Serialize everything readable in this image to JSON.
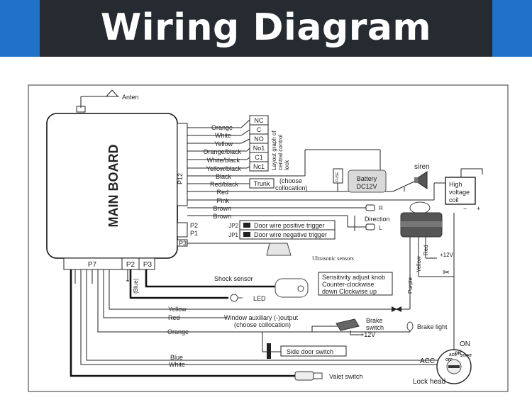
{
  "header": {
    "title": "Wiring Diagram"
  },
  "main_board": {
    "label": "MAIN BOARD",
    "p12": "P12",
    "p2": "P2",
    "p1": "P1",
    "p3": "P3",
    "p7": "P7",
    "p2b": "P2",
    "p3b": "P3"
  },
  "antenna": "Anten",
  "relay": {
    "terminals": [
      "NC",
      "C",
      "NO",
      "No1",
      "C1",
      "Nc1"
    ],
    "caption": [
      "Layout graph of",
      "central control",
      "lock"
    ]
  },
  "p12_wires": [
    "Orange",
    "White",
    "Yellow",
    "Orange/black",
    "White/black",
    "Yellow/black",
    "Black",
    "Red/black",
    "Red",
    "Pink",
    "Brown",
    "Brown"
  ],
  "trunk": {
    "box": "Trunk",
    "note1": "(choose",
    "note2": "collocation)"
  },
  "battery": {
    "line1": "Battery",
    "line2": "DC12V",
    "fuse": "FUSE"
  },
  "siren": "siren",
  "coil": {
    "line1": "High",
    "line2": "voltage",
    "line3": "coil",
    "minus": "−",
    "plus": "+"
  },
  "direction": {
    "label": "Direction",
    "r": "R",
    "l": "L"
  },
  "jumpers": [
    {
      "jp": "JP2",
      "text": "Door wire positive trigger"
    },
    {
      "jp": "JP1",
      "text": "Door wire negative trigger"
    }
  ],
  "ultrasonic": "Ultrasonic sensors",
  "shock_sensor": "Shock sensor",
  "led": "LED",
  "blue_paren": "(Blue)",
  "sensitivity": [
    "Sensitivity adjust knob",
    "Counter-clockwise",
    "down Clockwise up"
  ],
  "motor_wires": {
    "purple": "Purple",
    "yellow": "Yellow",
    "red": "Red",
    "v12": "+12V"
  },
  "p7_wires": {
    "yellow": "Yellow",
    "red": "Red",
    "window1": "Window auxiliary (-)output",
    "window2": "(choose collocation)",
    "orange": "Orange",
    "blue": "Blue",
    "white": "White"
  },
  "brake": {
    "switch1": "Brake",
    "switch2": "switch",
    "v12": "+12V",
    "light": "Brake light"
  },
  "side_door": "Side door switch",
  "valet": "Valet switch",
  "ignition": {
    "on": "ON",
    "acc": "ACC",
    "lock_head": "Lock head",
    "off": "OFF",
    "acc_small": "ACC",
    "on_small": "ON",
    "start": "START"
  }
}
